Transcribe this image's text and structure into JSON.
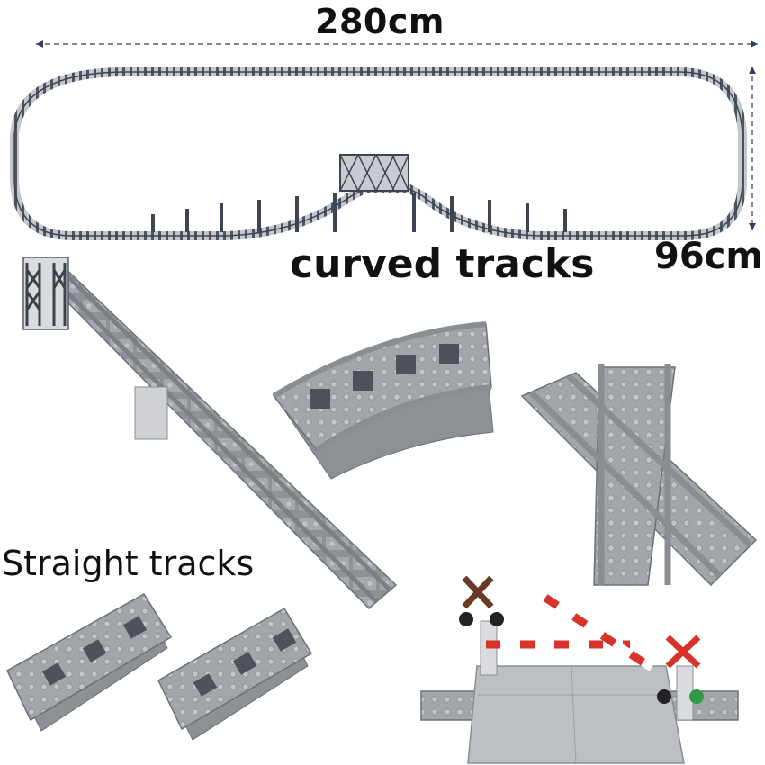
{
  "dimensions": {
    "width_label": "280cm",
    "height_label": "96cm"
  },
  "labels": {
    "curved": "curved tracks",
    "straight": "Straight tracks"
  },
  "colors": {
    "track_dark": "#4d5560",
    "track_grey": "#9a9ea3",
    "track_light": "#b9bcc0",
    "barrier_red": "#d8332a",
    "sign_brown": "#6b3a26"
  }
}
